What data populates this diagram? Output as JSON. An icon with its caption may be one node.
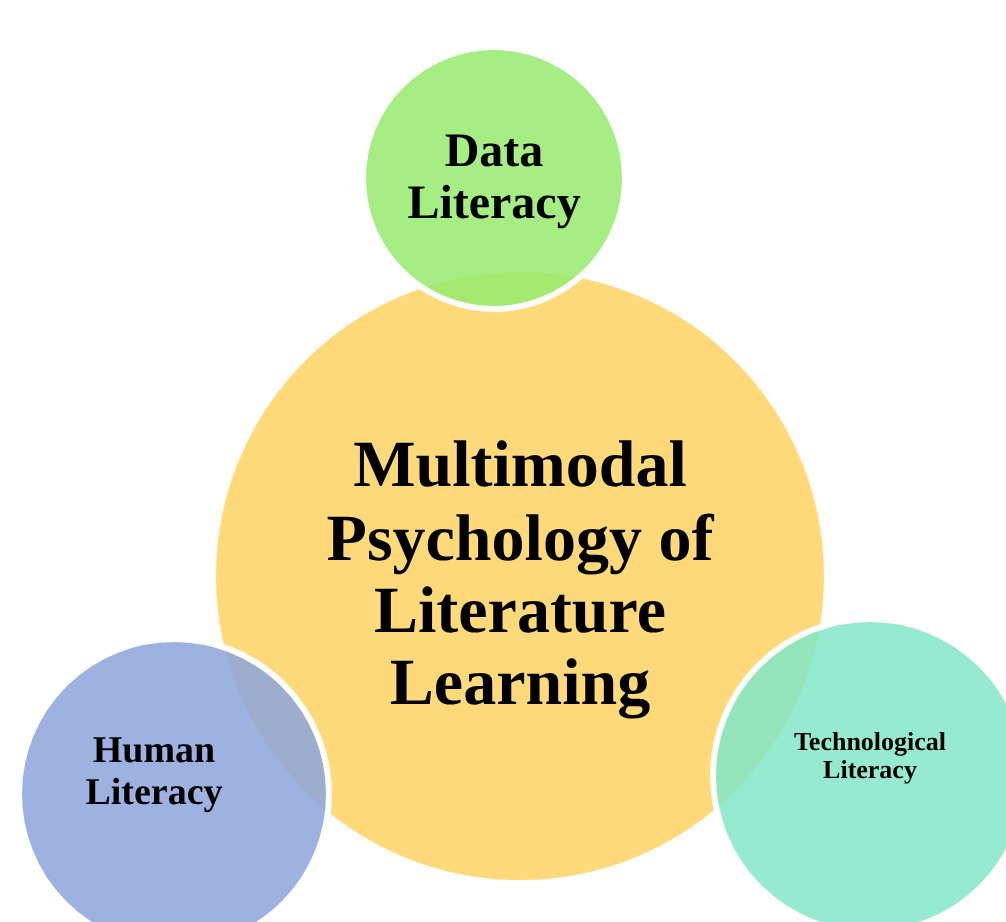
{
  "diagram": {
    "nodes": [
      {
        "text": [
          "Data Literacy"
        ]
      },
      {
        "text": [
          "Multimodal Psychology of Literature Learning"
        ]
      },
      {
        "text": [
          "Human Literacy"
        ]
      },
      {
        "text": [
          "Technological Literacy"
        ]
      }
    ]
  }
}
